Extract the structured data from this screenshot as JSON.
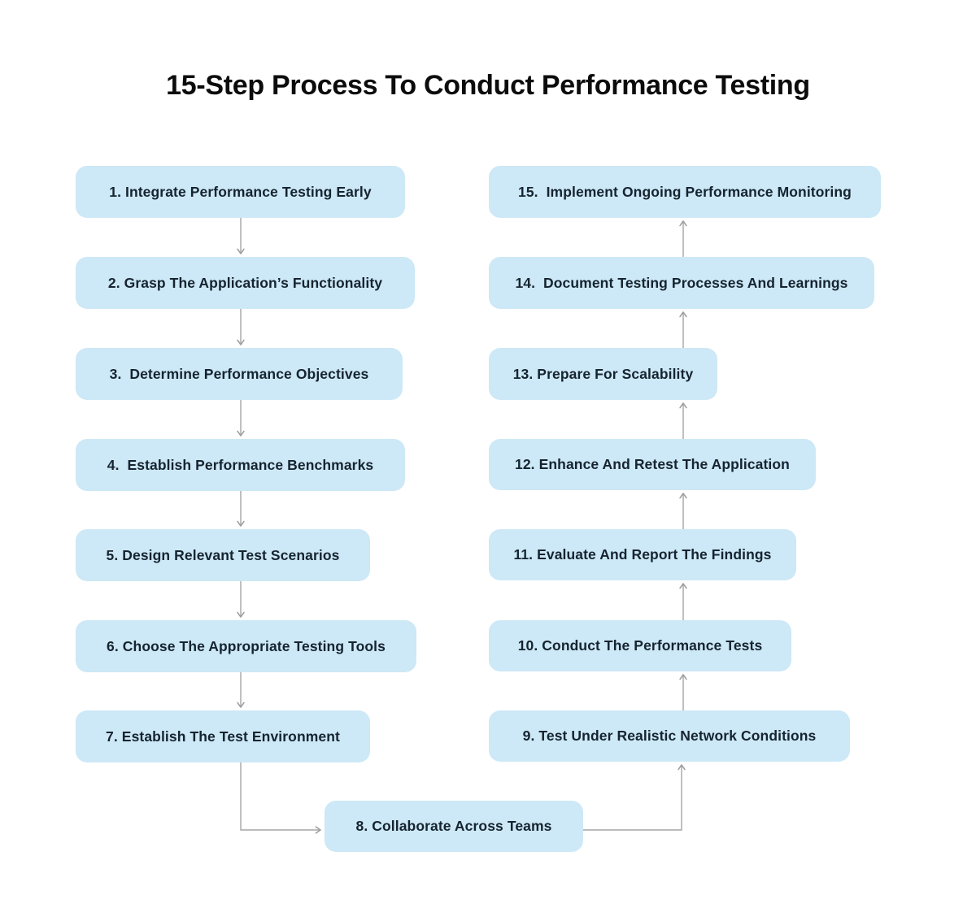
{
  "title": "15-Step Process To Conduct Performance Testing",
  "diagram": {
    "type": "flowchart",
    "steps": [
      {
        "number": 1,
        "label": "1. Integrate Performance Testing Early"
      },
      {
        "number": 2,
        "label": "2. Grasp The Application’s Functionality"
      },
      {
        "number": 3,
        "label": "3.  Determine Performance Objectives"
      },
      {
        "number": 4,
        "label": "4.  Establish Performance Benchmarks"
      },
      {
        "number": 5,
        "label": "5. Design Relevant Test Scenarios"
      },
      {
        "number": 6,
        "label": "6. Choose The Appropriate Testing Tools"
      },
      {
        "number": 7,
        "label": "7. Establish The Test Environment"
      },
      {
        "number": 8,
        "label": "8. Collaborate Across Teams"
      },
      {
        "number": 9,
        "label": "9. Test Under Realistic Network Conditions"
      },
      {
        "number": 10,
        "label": "10. Conduct The Performance Tests"
      },
      {
        "number": 11,
        "label": "11. Evaluate And Report The Findings"
      },
      {
        "number": 12,
        "label": "12. Enhance And Retest The Application"
      },
      {
        "number": 13,
        "label": "13. Prepare For Scalability"
      },
      {
        "number": 14,
        "label": "14.  Document Testing Processes And Learnings"
      },
      {
        "number": 15,
        "label": "15.  Implement Ongoing Performance Monitoring"
      }
    ],
    "edges": [
      "1→2",
      "2→3",
      "3→4",
      "4→5",
      "5→6",
      "6→7",
      "7→8",
      "8→9",
      "9→10",
      "10→11",
      "11→12",
      "12→13",
      "13→14",
      "14→15"
    ],
    "colors": {
      "background": "#ffffff",
      "box_fill": "#cde8f6",
      "box_text": "#152430",
      "title_text": "#0c0c0c",
      "arrow": "#9e9e9e"
    }
  }
}
